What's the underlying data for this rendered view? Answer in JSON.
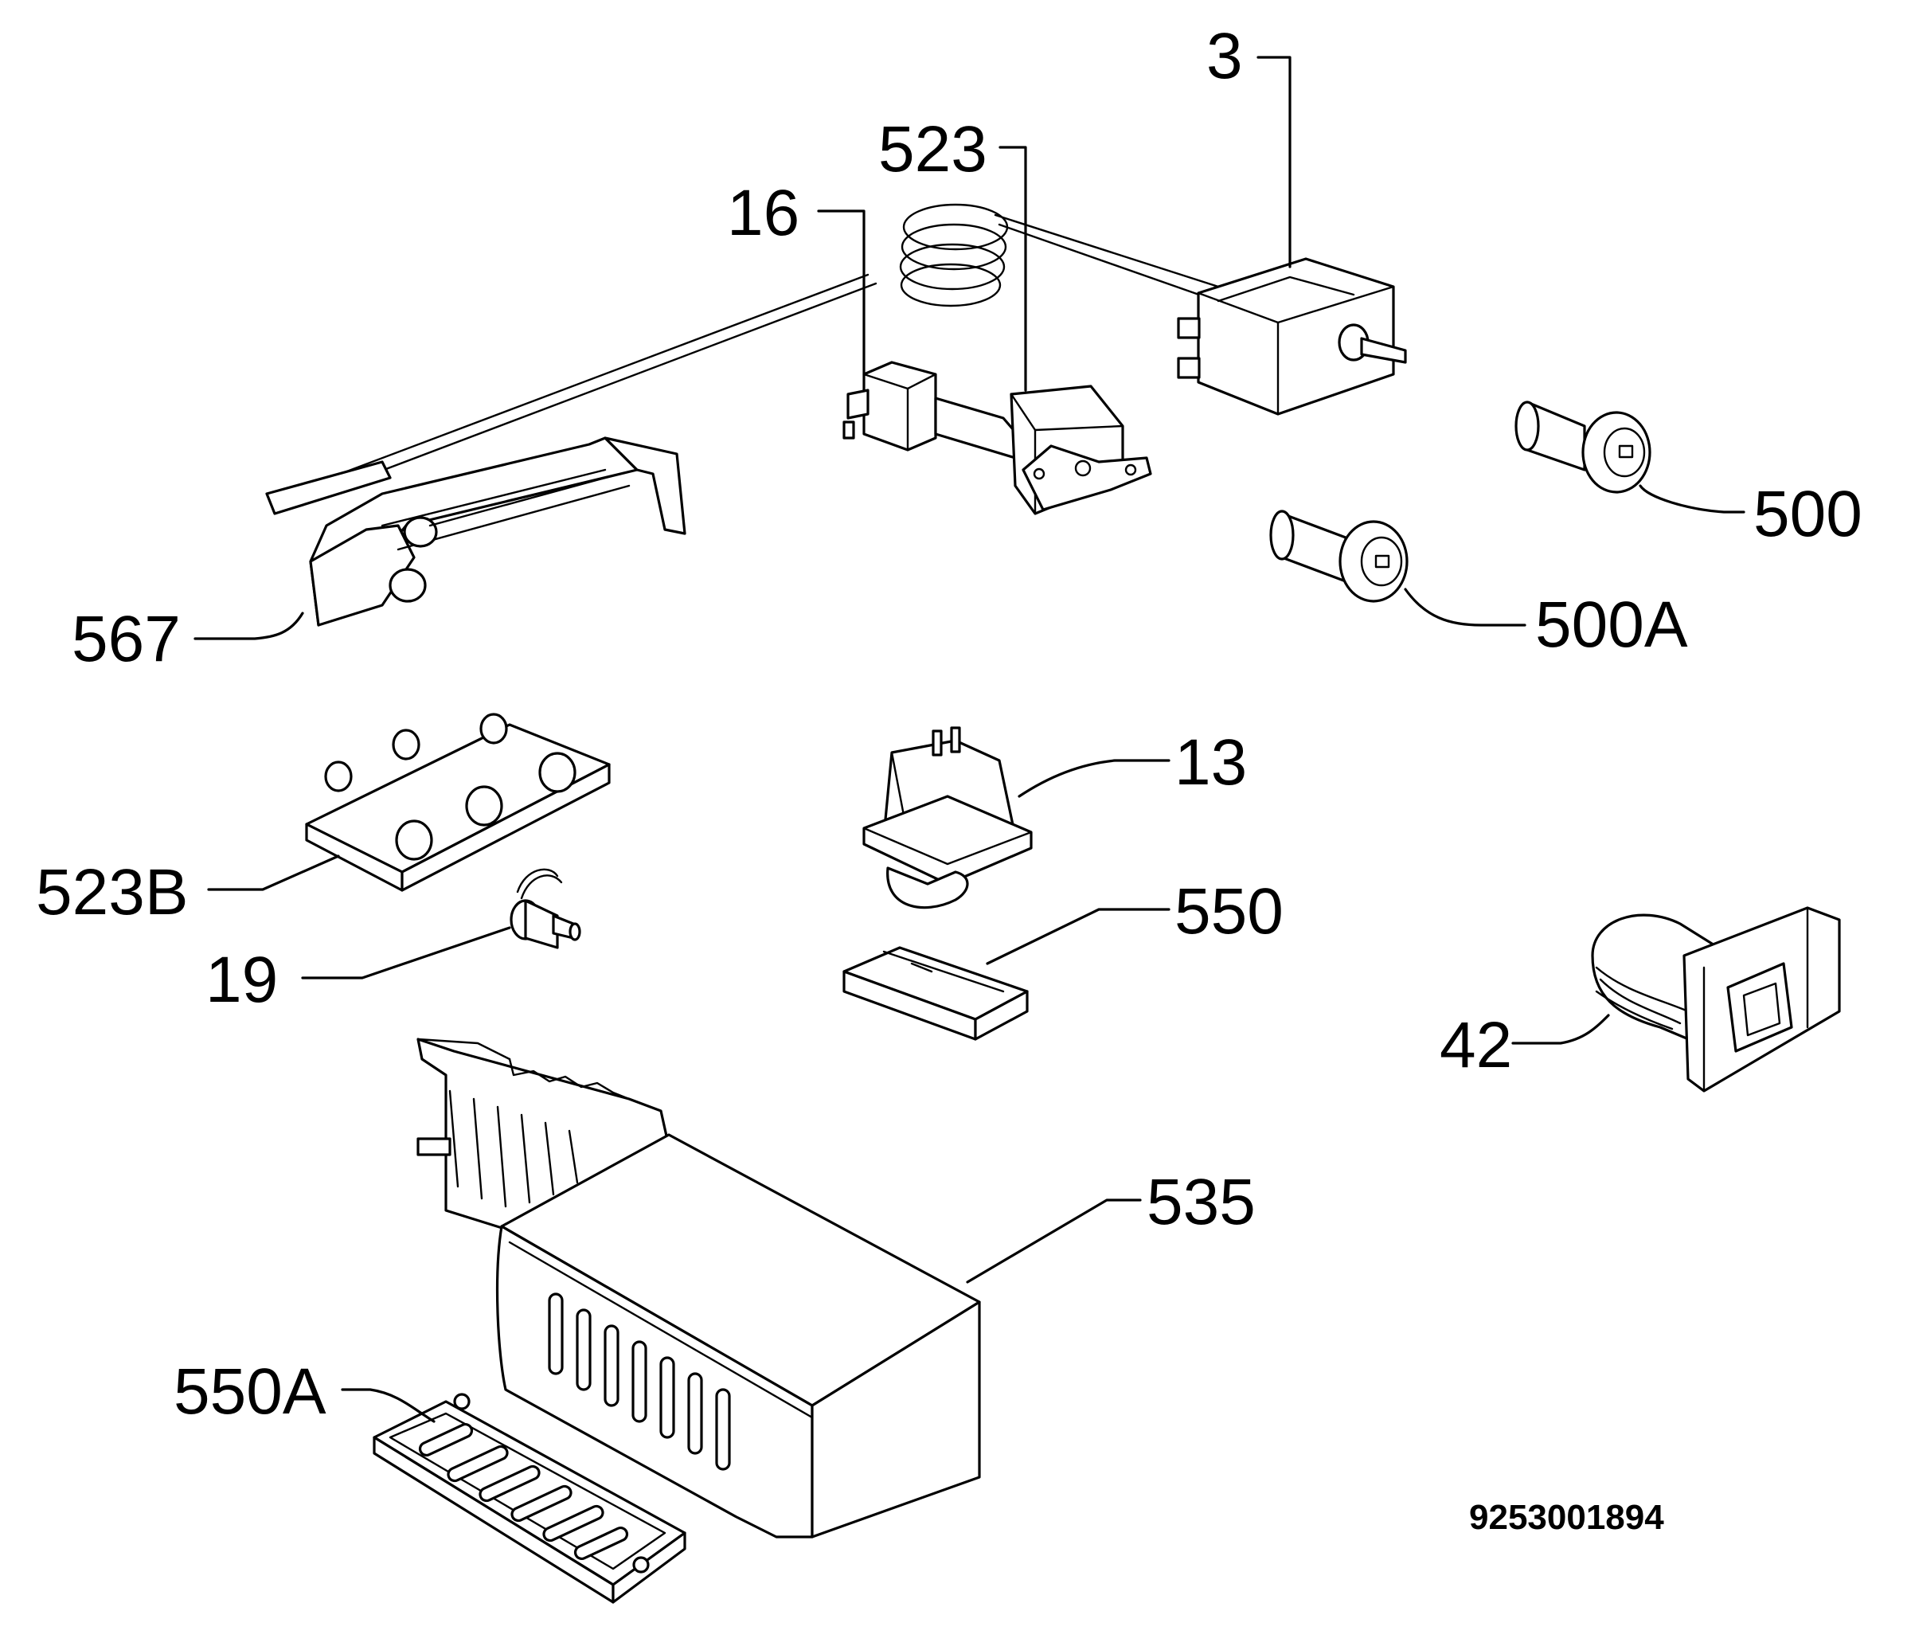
{
  "callouts": {
    "c3": "3",
    "c523": "523",
    "c16": "16",
    "c500": "500",
    "c500a": "500A",
    "c567": "567",
    "c13": "13",
    "c523b": "523B",
    "c550": "550",
    "c19": "19",
    "c42": "42",
    "c535": "535",
    "c550a": "550A"
  },
  "document_number": "9253001894"
}
